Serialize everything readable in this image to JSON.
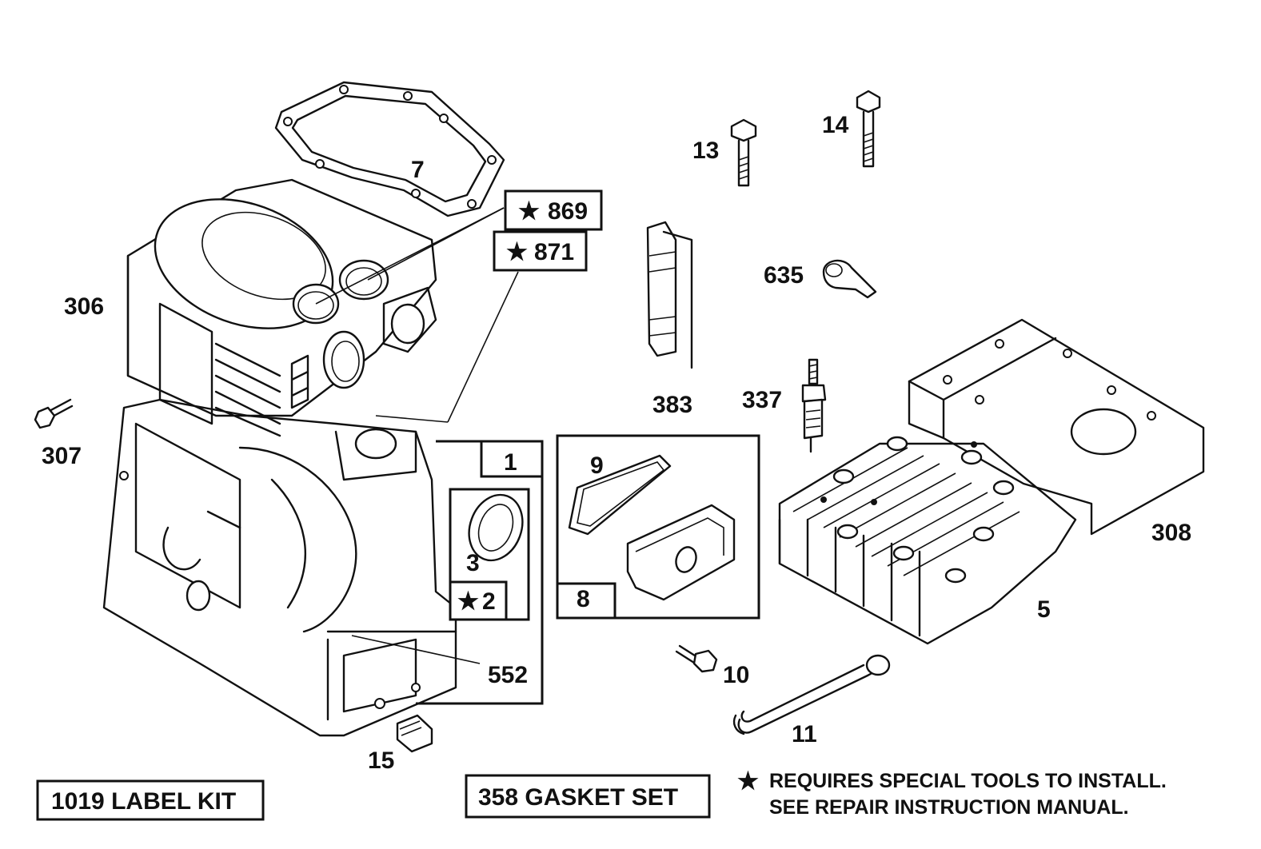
{
  "parts": {
    "p7": "7",
    "p869": "869",
    "p871": "871",
    "p306": "306",
    "p307": "307",
    "p1": "1",
    "p3": "3",
    "p2": "2",
    "p552": "552",
    "p15": "15",
    "p13": "13",
    "p14": "14",
    "p383": "383",
    "p635": "635",
    "p337": "337",
    "p9": "9",
    "p8": "8",
    "p308": "308",
    "p5": "5",
    "p10": "10",
    "p11": "11"
  },
  "kits": {
    "label_kit": "1019 LABEL KIT",
    "gasket_set": "358 GASKET SET"
  },
  "note": {
    "symbol": "★",
    "line1": "REQUIRES SPECIAL TOOLS TO INSTALL.",
    "line2": "SEE REPAIR INSTRUCTION MANUAL."
  },
  "icons": {
    "special_tool_marker": "star-icon"
  }
}
